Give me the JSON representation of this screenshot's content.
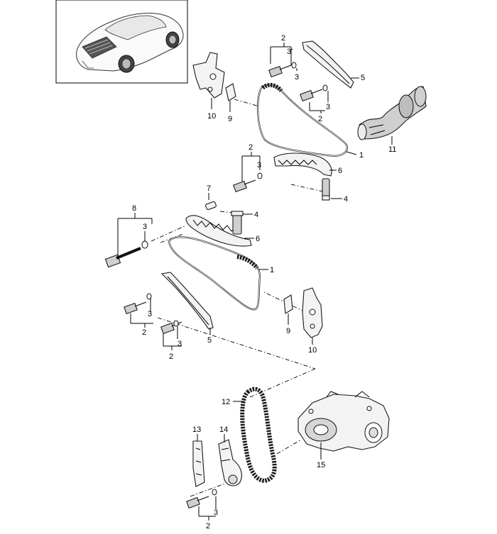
{
  "diagram": {
    "callouts": {
      "c1a": "1",
      "c1b": "1",
      "c2a": "2",
      "c2b": "2",
      "c2c": "2",
      "c2d": "2",
      "c2e": "2",
      "c2f": "2",
      "c3a": "3'",
      "c3b": "3",
      "c3c": "3",
      "c3d": "3",
      "c3e": "3",
      "c3f": "3",
      "c3g": "3",
      "c3h": "3",
      "c4a": "4",
      "c4b": "4",
      "c5a": "5",
      "c5b": "5",
      "c6a": "6",
      "c6b": "6",
      "c7": "7",
      "c8": "8",
      "c9a": "9",
      "c9b": "9",
      "c10a": "10",
      "c10b": "10",
      "c11": "11",
      "c12": "12",
      "c13": "13",
      "c14": "14",
      "c15": "15"
    },
    "colors": {
      "line": "#000000",
      "part_fill": "#f3f3f3",
      "part_dark": "#cfcfcf",
      "background": "#ffffff"
    }
  }
}
